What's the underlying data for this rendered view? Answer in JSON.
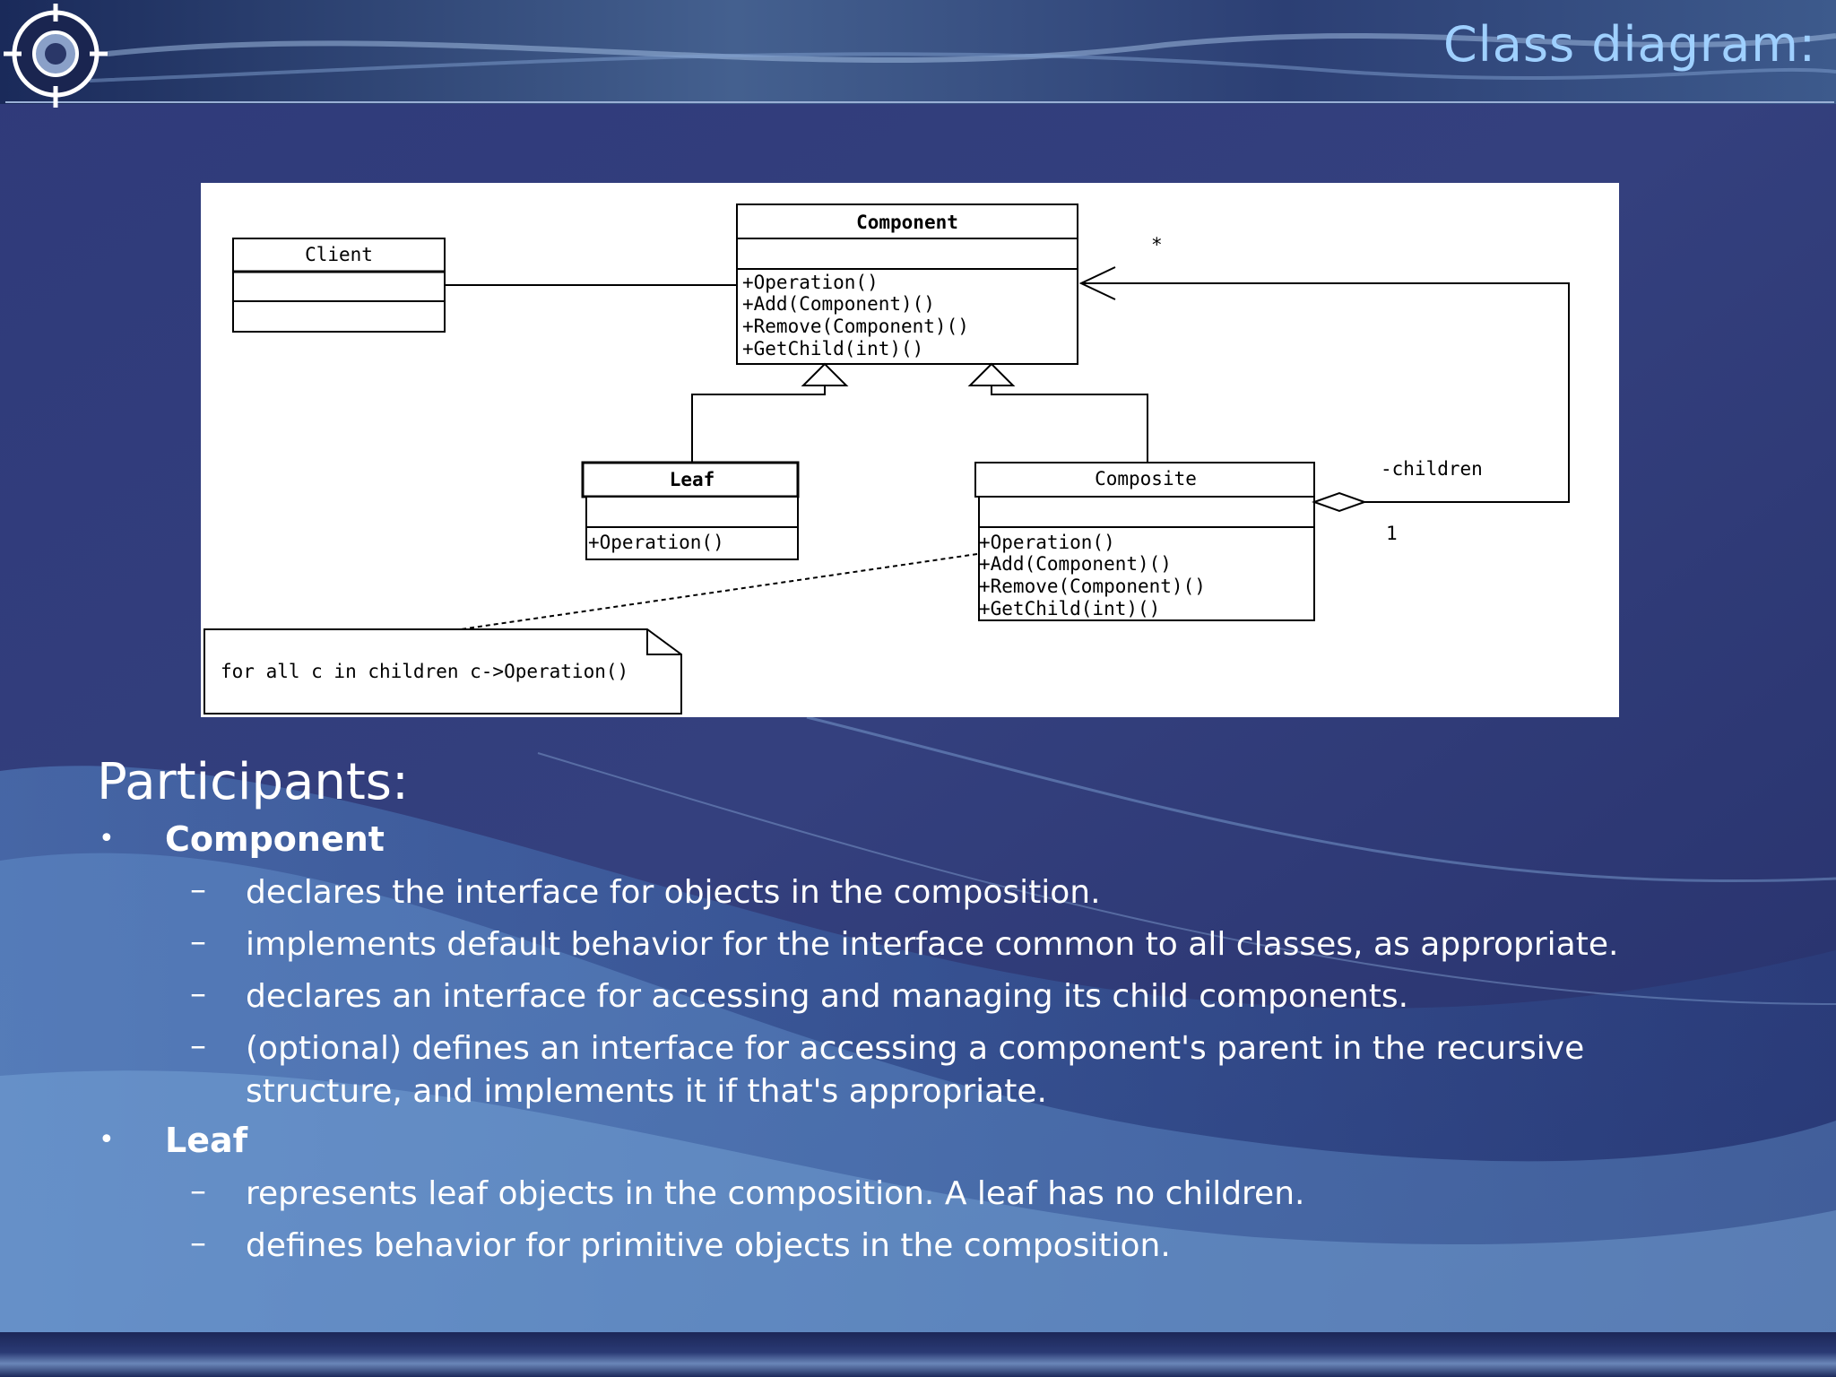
{
  "slide": {
    "title": "Class diagram:"
  },
  "diagram": {
    "client": {
      "name": "Client"
    },
    "component": {
      "name": "Component",
      "methods": [
        "+Operation()",
        "+Add(Component)()",
        "+Remove(Component)()",
        "+GetChild(int)()"
      ]
    },
    "leaf": {
      "name": "Leaf",
      "methods": [
        "+Operation()"
      ]
    },
    "composite": {
      "name": "Composite",
      "methods": [
        "+Operation()",
        "+Add(Component)()",
        "+Remove(Component)()",
        "+GetChild(int)()"
      ]
    },
    "multiplicity_many": "*",
    "multiplicity_one": "1",
    "role_children": "-children",
    "note": "for all c in children c->Operation()"
  },
  "participants": {
    "heading": "Participants:",
    "items": [
      {
        "name": "Component",
        "points": [
          "declares the interface for objects in the composition.",
          "implements default behavior for the interface common to all classes, as appropriate.",
          "declares an interface for accessing and managing its child components.",
          "(optional) defines an interface for accessing a component's parent in the recursive structure, and implements it if that's appropriate."
        ]
      },
      {
        "name": "Leaf",
        "points": [
          "represents leaf objects in the composition. A leaf has no children.",
          "defines behavior for primitive objects in the composition."
        ]
      }
    ]
  },
  "colors": {
    "background": "#2e3a78",
    "title": "#9fd0ff",
    "text": "#ffffff"
  }
}
